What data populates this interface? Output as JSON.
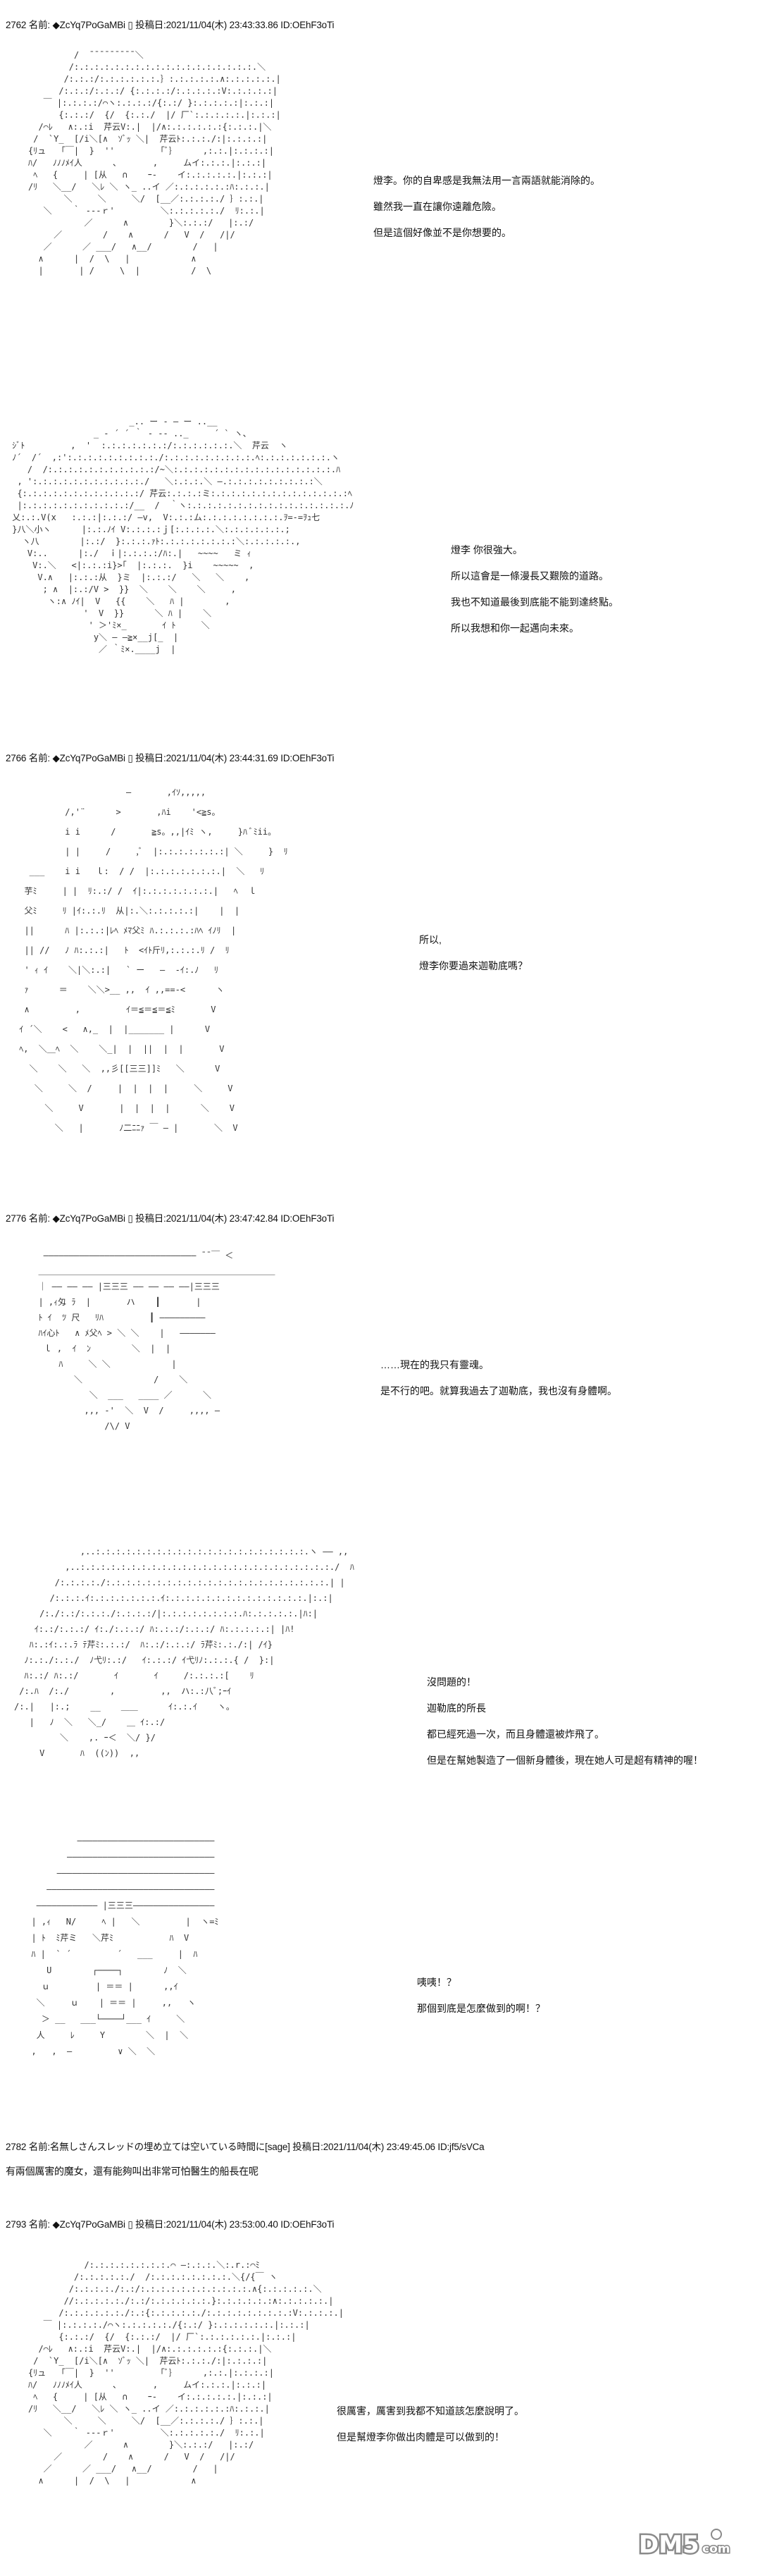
{
  "posts": [
    {
      "header": "2762 名前: ◆ZcYq7PoGaMBi ▯ 投稿日:2021/11/04(木) 23:43:33.86 ID:OEhF3oTi",
      "panels": [
        {
          "aa": [
            "         /  ̄ ̄ ̄ ̄ ̄ ̄ ̄ ̄ ̄ ＼",
            "        /:.:.:.:.:.:.:.:.:.:.:.:.:.:.:.:.:.:.＼",
            "       /:.:.:/:.:.:.:.:.:.｝:.:.:.:.:.∧:.:.:.:.:.|",
            "      /:.:.:/:.:.:/ {:.:.:.:/:.:.:.:.:V:.:.:.:.:|",
            "   ￣ |:.:.:.:/⌒ヽ:.:.:.:/{:.:/ }:.:.:.:.:|:.:.:|",
            "      {:.:.:/  {/  {:.:./  |/ 厂`:.:.:.:.:.|:.:.:|",
            "  /⌒ﾚ   ∧:.:i  芹云V:.|  |/∧:.:.:.:.:.:{:.:.:.|＼",
            " /  `Y_  [/i＼[∧  ｿﾞｯ ＼|  芹云ﾄ:.:.:./:|:.:.:.:|",
            "{ﾘュ   ｢￣|  }  ''         ｢ﾞ｝     ,:.:.|:.:.:.:|",
            "ﾊ/   ﾉﾉﾉﾒｲ人      ､       ,     ムイ:.:.:.|:.:.:|",
            " ﾍ   {     | [从   ∩    ｰ-    イ:.:.:.:.:.|:.:.:|",
            "/ﾘ   ＼__/   ＼ﾚ ＼ ヽ_ ..イ ／:.:.:.:.:.:ﾊ:.:.:.|",
            "       ＼     ＼     ＼/  [__／:.:.:.:./ ｝:.:.|",
            "   ＼    ｀ ‐--ｒ'         ＼:.:.:.:.:./  ﾘ:.:.|",
            "           ／      ∧        }＼:.:.:/   |:.:/",
            "     ／        /    ∧      /   V  /   /|/",
            "   ／      ／ ___/   ∧__/        /   |",
            "  ∧      |  /  \\   |            ∧",
            "  |       | /     \\  |          /  \\"
          ],
          "lines": [
            "燈李。你的自卑感是我無法用一言兩語就能消除的。",
            "雖然我一直在讓你遠離危險。",
            "但是這個好像並不是你想要的。"
          ]
        },
        {
          "aa": [
            "                        _.. ー ‐ ― ー ..__",
            "                 _ ‐ ´ ´ ｀ ‐ -- .._     ´ ` ヽ、",
            " ｼﾞﾄ         ,  '  :.:.:.:.:.:.:/:.:.:.:.:.:.＼  芹云  ヽ",
            " ﾉ´  /´  ,:':.:.:.:.:.:.:.:.:./:.:.:.:.:.:.:.:.:.ﾍ:.:.:.:.:.:.:.ヽ",
            "    /  /:.:.:.:.:.:.:.:.:.:.:/~＼:.:.:.:.:.:.:.:.:.:.:.:.:.:.:.:.ﾊ",
            "  , ':.:.:.:.:.:.:.:.:.:.:./   ＼:.:.:.＼ ―.:.:.:.:.:.:.:.:.:＼",
            "  {:.:.:.:.:.:.:.:.:.:.:.:/ 芹云:.:.:.:ミ:.:.:.:.:.:.:.:.:.:.:.:.:.:ﾍ",
            "  |:.:.:.:.:.:.:.:.:.:.:/__  /  ｀ヽ:.:.:.:.:.:.:.:.:.:.:.:.:.:.:.:.ﾉ",
            " 乂:.:.V(x   :.:.:|:.:.:/ ―v,  V:.:.:ム:.:.:.:.:.:.:.:.ｦ=-=ｦｭ七",
            " }八＼小ヽ      |:.:.ﾉｲ V:.:.:.:ｊ[:.:.:.:.＼:.:.:.:.:.:.;",
            "   ヽ八        |:.:/  }:.:.:.ｧﾄ:.:.:.:.:.:.:.:＼:.:.:.:.:.,",
            "    V:..      |:./  ｉ|:.:.:.:/ﾊ:.|   ~~~~   ミ ｨ",
            "     V:.＼   <|:.:.:i}>｢  |:.:.:.  }i    ~~~~~  ,",
            "      V.∧   |:.:.:从  }ミ  |:.:.:/   ＼   ＼    ,",
            "       ; ∧  |:.:/V >  }}  ＼    ＼    ＼     ,",
            "        ヽ:∧ ﾉｲ|  V   {{    ＼   ﾊ |        ,",
            "               '  V  }}      ＼ ﾊ |    ＼",
            "                ' ＞'ﾐ×_       ｲ ﾄ     ＼",
            "                 y＼ ― ―≧×__j[_  |",
            "                  ／ ｀ﾐ×.____j  |"
          ],
          "lines": [
            "燈李 你很強大。",
            "所以這會是一條漫長又艱險的道路。",
            "我也不知道最後到底能不能到達終點。",
            "所以我想和你一起邁向未來。"
          ]
        }
      ]
    },
    {
      "header": "2766 名前: ◆ZcYq7PoGaMBi ▯ 投稿日:2021/11/04(木) 23:44:31.69 ID:OEhF3oTi",
      "panels": [
        {
          "aa": [
            "                      ―       ,ｲｿ,,,,,",
            "          /,'¨      >       ,ﾊi    '<≧s。",
            "          i i      /       ≧s。,,|ｲﾐ ヽ,     }ﾊ ﾞﾐii。",
            "          | |     /     ,ﾞ  |:.:.:.:.:.:.:| ＼     }  ﾘ",
            "   ___    i i   ｌ:  / /  |:.:.:.:.:.:.:.|  ＼   ﾘ",
            "  芋ﾐ     | |  ﾘ:.:/ /  ｲ|:.:.:.:.:.:.:.|   ﾍ  ｌ",
            "  父ﾐ     ﾘ |ｲ:.:.ﾘ  从|:.＼:.:.:.:.:|    |  |",
            "  ||      ﾊ |:.:.:|ﾚﾍ ﾒﾏ父ﾐ ﾊ.:.:.:.:ﾊﾍ ｲﾉﾘ  |",
            "  || //   ﾉ ﾊ:.:.:|   ﾄ  <ｲﾄ斤ﾘ,:.:.:.ﾘ /  ﾘ",
            "  ' ｨ ｲ    ＼|＼:.:|   ` ー   ―  ‐ｲ:.ﾉ   ﾘ",
            "  ｧ      ＝    ＼＼>__ ,,  ｲ ,,==-<      ヽ",
            "  ∧         ,         ｲ＝≦＝≦＝≦ﾐ       V",
            " ｲ ´＼    <   ∧,_  |  |_______ |      V",
            " ﾍ,  ＼＿ﾍ  ＼    ＼_|  |  ||  |  |       V",
            "   ＼    ＼   ＼  ,,彡[[三三]]ﾐ   ＼      V",
            "    ＼     ＼  /     |  |  |  |     ＼     V",
            "      ＼     V       |  |  |  |      ＼    V",
            "        ＼   |       ﾉ二ﾆﾆｧ ￣ ― |       ＼  V"
          ],
          "lines": [
            "所以,",
            "燈李你要過來迦勒底嗎？"
          ]
        }
      ]
    },
    {
      "header": "2776 名前: ◆ZcYq7PoGaMBi ▯ 投稿日:2021/11/04(木) 23:47:42.84 ID:OEhF3oTi",
      "panels": [
        {
          "aa": [
            "   ―――――――――――――――――――――――――――――― ̄ ̄ ￣ ＜",
            "  ＿＿＿＿＿＿＿＿＿＿＿＿＿＿＿＿＿＿＿＿＿＿＿＿＿＿＿＿",
            "  ｜ ―― ―― ―― |三三三 ―― ―― ―― ――|三三三",
            "  | ,ｨ匁 ﾗ  |       ハ    ┃       |",
            "  ﾄ ｲ  ﾂ 尺   ﾘﾊ         ┃ ―――――――――",
            "  ﾊｲ心ﾄ   ∧ ﾒ父ﾍ > ＼ ＼    |   ―――――――",
            "   ｌ ,  ｲ  ﾝ        ＼  |  |",
            "      ﾊ     ＼ ＼            |",
            "         ＼              /    ＼",
            "            ＼  ___   ____ ／      ＼",
            "           ,,, -'  ＼  V  /     ,,,, ―",
            "               /\\/ V"
          ],
          "lines": [
            "……現在的我只有靈魂。",
            "是不行的吧。就算我過去了迦勒底，我也沒有身體啊。"
          ]
        },
        {
          "aa": [
            "             ,..:.:.:.:.:.:.:.:.:.:.:.:.:.:.:.:.:.:.:.:.:.ヽ ―― ,,",
            "          ,..:.:.:.:.:.:.:.:.:.:.:.:.:.:.:.:.:.:.:.:.:.:.:.:.:./  ﾊ",
            "        /:.:.:.:./:.:.:.:.:.:.:.:.:.:.:.:.:.:.:.:.:.:.:.:.:.:.| |",
            "       /:.:.:.ｲ:.:.:.:.:.:.:.ｲ:.:.:.:.:.:.:.:.:.:.:.:.:.:.|:.:|",
            "     /:./:.:/:.:.:./:.:.:.:/|:.:.:.:.:.:.:.:.ﾊ:.:.:.:.:.|ﾊ:|",
            "    ｲ:.:/:.:.:/ ｲ:./:.:.:/ ﾊ:.:.:/:.:.:/ ﾊ:.:.:.:.:| |ﾊ!",
            "   ﾊ:.:ｲ:.:.ﾗ ﾃ芹ﾐ:.:.:/  ﾊ:.:/:.:.:/ ﾗ芹ﾐ:.:./:| /ｲ}",
            "  ﾉ:.:./:.:./  ﾉ弋ﾘ:.:/   ｲ:.:.:/ ｲ弋ﾘﾉ:.:.:.{ /  }:|",
            "  ﾊ:.:/ ﾊ:.:/       ｲ       ｲ     /:.:.:.:[    ﾘ",
            " /:.ﾊ  /:./        ,         ,,  ハ:.:八ﾞ;ｰｲ",
            "/:.|   |:.;    __    ＿＿      ｲ:.:.ｲ    ヽ。",
            "   |   ﾉ  ＼   ＼_/    ＿ ｲ:.:/",
            "         ＼    ,. ｰ＜  ＼/ }/",
            "     V       ﾊ  ((ﾝ))  ,,"
          ],
          "lines": [
            "沒問題的！",
            "迦勒底的所長",
            "都已經死過一次，而且身體還被炸飛了。",
            "但是在幫她製造了一個新身體後，現在她人可是超有精神的喔！"
          ]
        },
        {
          "aa": [
            "           ―――――――――――――――――――――――――――",
            "         ―――――――――――――――――――――――――――――",
            "       ―――――――――――――――――――――――――――――――",
            "     ―――――――――――――――――――――――――――――――――",
            "   ―――――――――――― |三三三――――――――――――――――",
            "  | ,ｨ   N/     ﾍ |   ＼         |  ヽ=ﾐ",
            "  | ﾄ  ﾐ芹ミ   ＼芹ﾐ           ﾊ  V",
            "  ﾊ |  ` ´         ´   ___     |  ﾊ",
            "     U        ┌────┐        ﾉ  ＼",
            "    ｕ         | ＝＝ |      ,,ｲ",
            "   ＼     ｕ    | ＝＝ |     ,,   ヽ",
            "    ＞ __   ___└────┘___ ｲ     ＼",
            "   人     ﾚ     Y        ＼  |  ＼",
            "  ,   ,  ―         ∨ ＼  ＼"
          ],
          "lines": [
            "咦咦！？",
            "那個到底是怎麼做到的啊！？"
          ]
        }
      ]
    },
    {
      "header": "2782 名前:名無しさんスレッドの埋め立ては空いている時間に[sage] 投稿日:2021/11/04(木) 23:49:45.06 ID:jf5/sVCa",
      "body": "有兩個厲害的魔女，還有能夠叫出非常可怕醫生的船長在呢"
    },
    {
      "header": "2793 名前: ◆ZcYq7PoGaMBi ▯ 投稿日:2021/11/04(木) 23:53:00.40 ID:OEhF3oTi",
      "panels": [
        {
          "aa": [
            "           /:.:.:.:.:.:.:.:.⌒ ―:.:.:.＼:.r.:⌒ﾐ",
            "         /:.:.:.:.:./  /:.:.:.:.:.:.:.:.＼{/{￣ ヽ",
            "        /:.:.:.:./:.:/:.:.:.:.:.:.:.:.:.:.:.∧{:.:.:.:.:.＼",
            "       //:.:.:.:.:./:.:/:.:.:.:.:.:.}:.:.:.:.:.:∧:.:.:.:.:.|",
            "      /:.:.:.:.:.:./:.:{:.:.:.:.:./:.:.:.:.:.:.:.:.:V:.:.:.:.|",
            "   ￣ |:.:.:.:./⌒ヽ:.:.:.:.:./{:.:/ }:.:.:.:.:.:.|:.:.:|",
            "      {:.:.:/  {/  {:.:.:/  |/ 厂`:.:.:.:.:.:.|:.:.:|",
            "  /⌒ﾚ   ∧:.:i  芹云V:.|  |/∧:.:.:.:.:.:{:.:.:.|＼",
            " /  `Y_  [/i＼[∧  ｿﾞｯ ＼|  芹云ﾄ:.:.:./:|:.:.:.:|",
            "{ﾘュ   ｢￣|  }  ''         ｢ﾞ｝     ,:.:.|:.:.:.:|",
            "ﾊ/   ﾉﾉﾉﾒｲ人      ､       ,     ムイ:.:.:.|:.:.:|",
            " ﾍ   {     | [从   ∩    ｰ-    イ:.:.:.:.:.|:.:.:|",
            "/ﾘ   ＼__/   ＼ﾚ ＼ ヽ_ ..イ ／:.:.:.:.:.:ﾊ:.:.:.|",
            "       ＼     ＼     ＼/  [__／:.:.:.:./ ｝:.:.|",
            "   ＼    ｀ ‐--ｒ'         ＼:.:.:.:.:./  ﾘ:.:.|",
            "           ／      ∧        }＼:.:.:/   |:.:/",
            "     ／        /    ∧      /   V  /   /|/",
            "   ／      ／ ___/   ∧__/        /   |",
            "  ∧      |  /  \\   |            ∧"
          ],
          "lines": [
            "很厲害，厲害到我都不知道該怎麼說明了。",
            "但是幫燈李你做出肉體是可以做到的！"
          ]
        }
      ]
    }
  ],
  "watermark": {
    "text": "DM5.com",
    "color": "#8a8a8a"
  }
}
